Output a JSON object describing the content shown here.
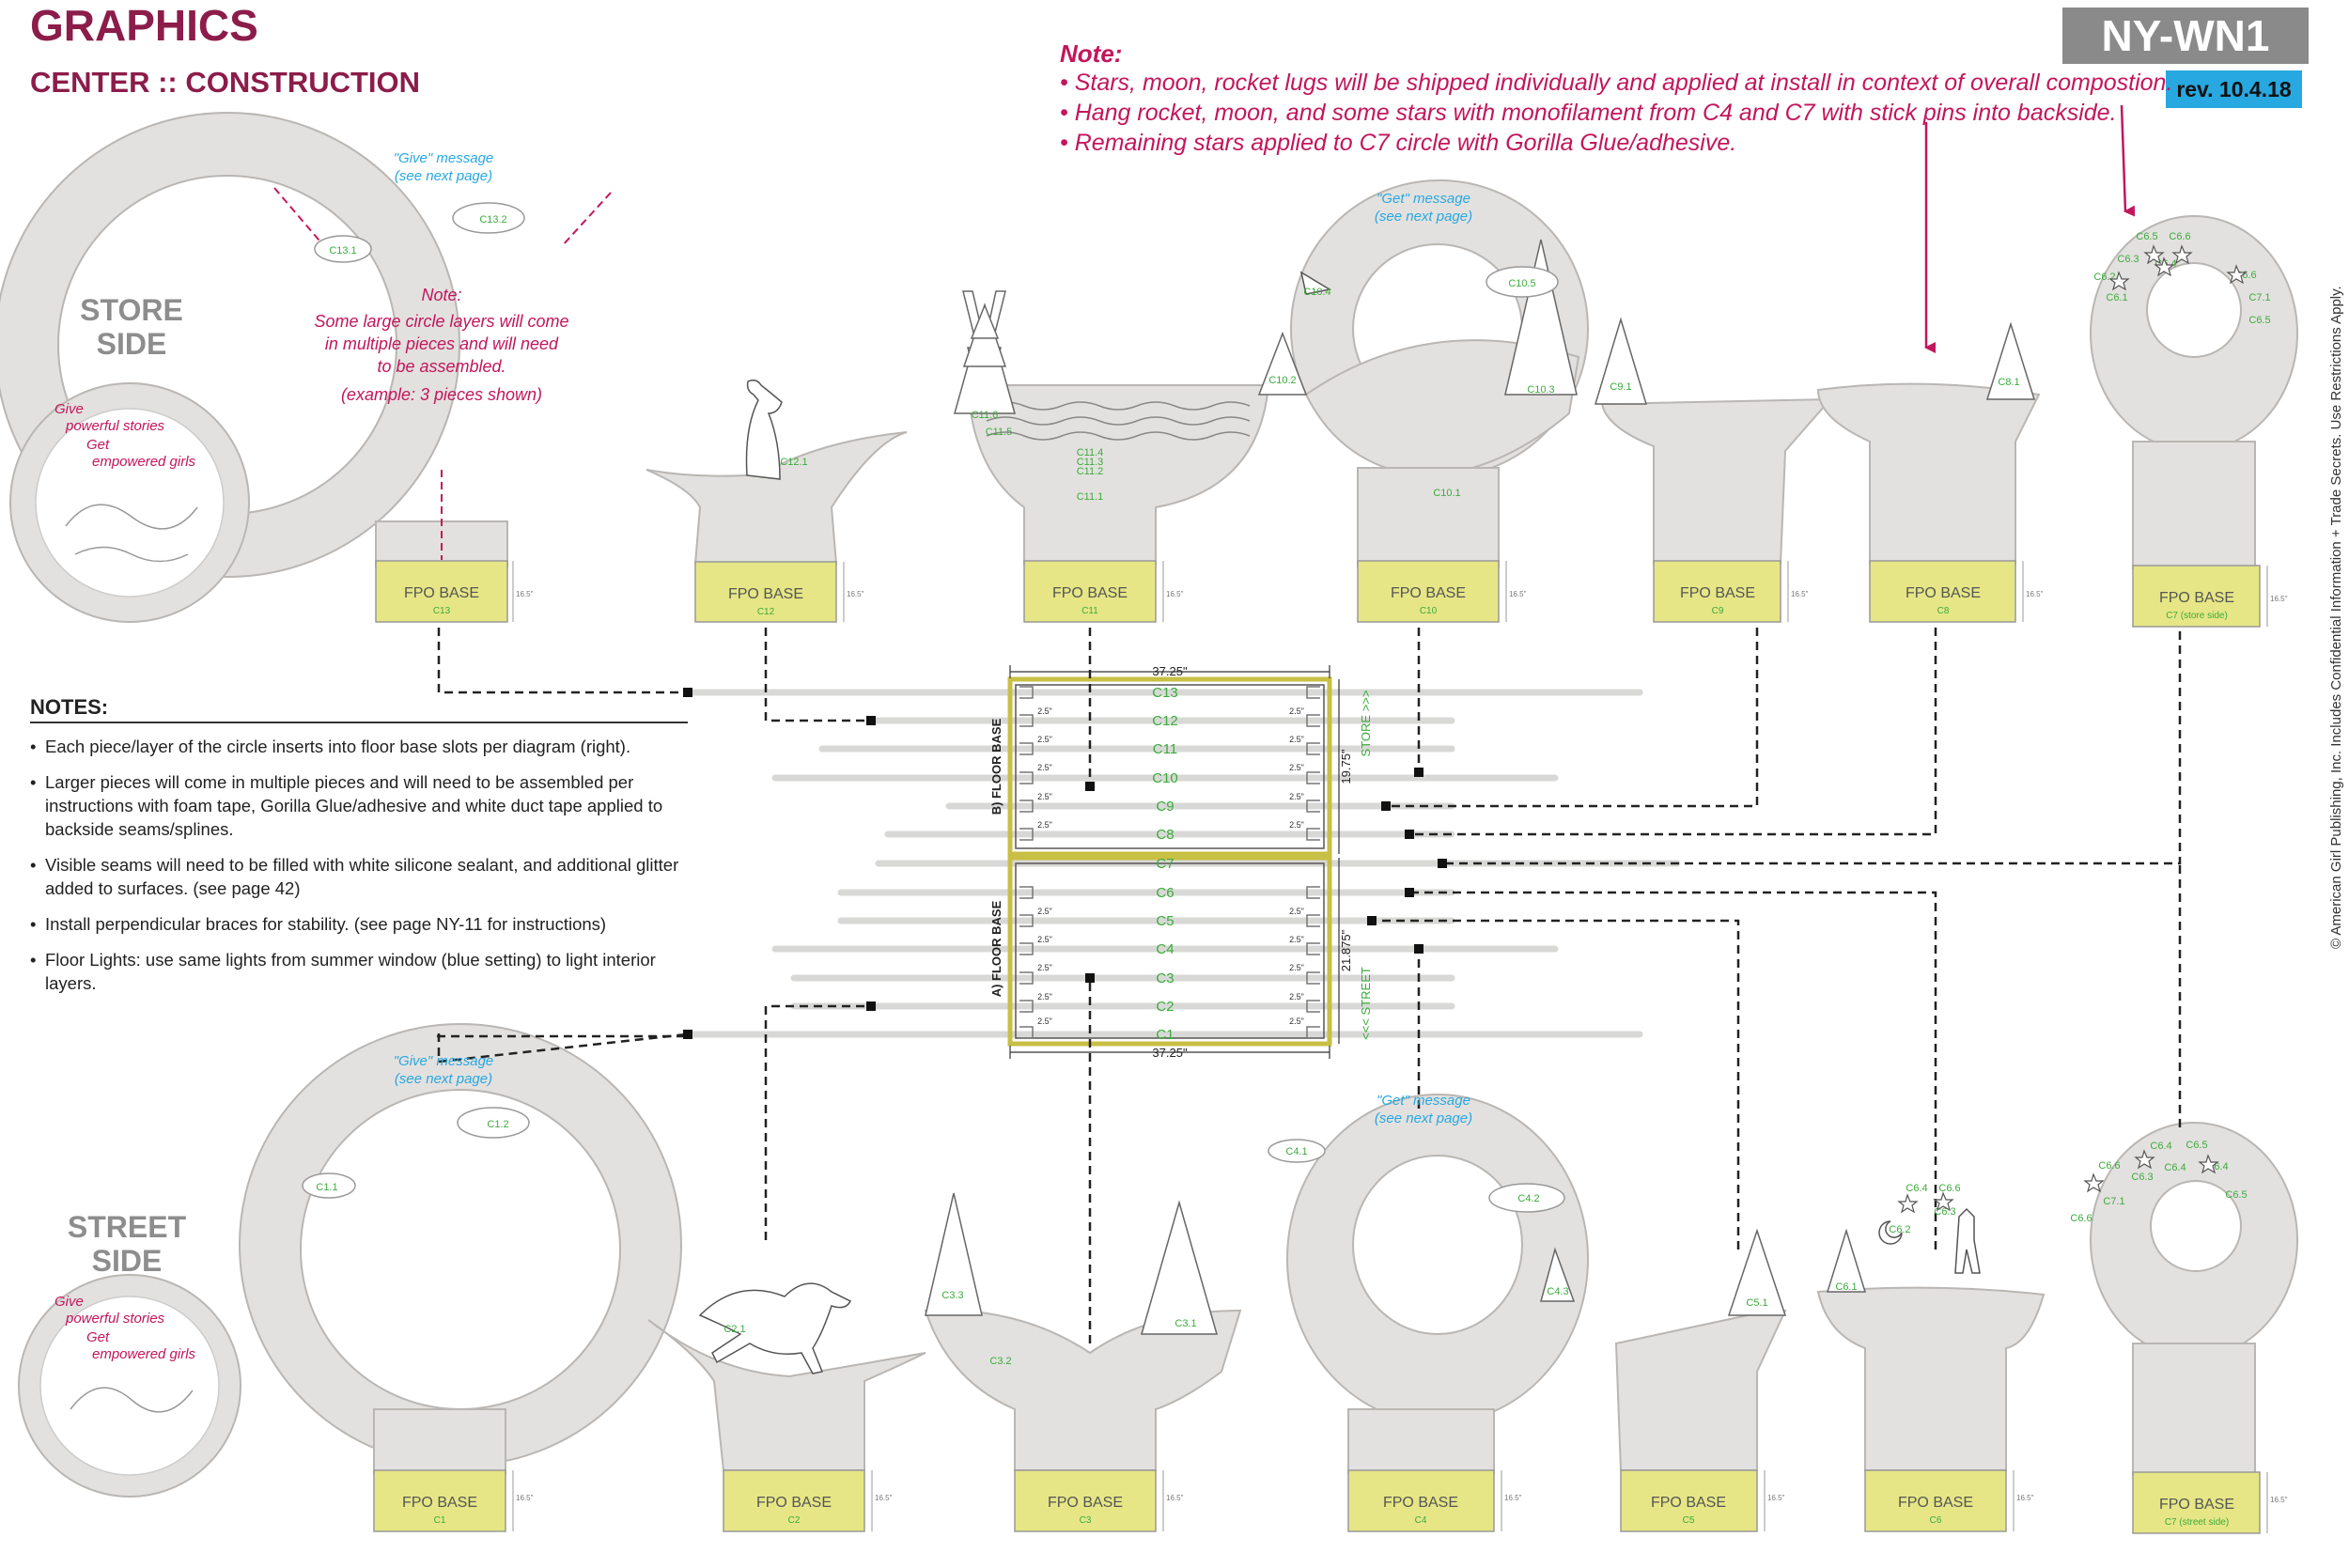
{
  "header": {
    "title": "GRAPHICS",
    "subtitle": "CENTER :: CONSTRUCTION",
    "doc_id": "NY-WN1",
    "revision": "rev. 10.4.18"
  },
  "top_note": {
    "title": "Note:",
    "lines": [
      "• Stars, moon, rocket lugs will be shipped individually and applied at install in context of overall compostion.",
      "• Hang rocket, moon, and some stars with monofilament from C4 and C7 with stick pins into backside.",
      "• Remaining stars applied to C7 circle with Gorilla Glue/adhesive."
    ]
  },
  "side_labels": {
    "store": [
      "STORE",
      "SIDE"
    ],
    "street": [
      "STREET",
      "SIDE"
    ]
  },
  "logo_text": [
    "Give",
    "powerful stories",
    "Get",
    "empowered girls"
  ],
  "copyright": "© American Girl Publishing, Inc. Includes Confidential Information + Trade Secrets. Use Restrictions Apply.",
  "notes": {
    "heading": "NOTES:",
    "items": [
      "Each piece/layer of the circle inserts into floor base slots per diagram (right).",
      "Larger pieces will come in multiple pieces and will need to be assembled per instructions with foam tape, Gorilla Glue/adhesive and white duct tape applied to backside seams/splines.",
      "Visible seams will need to be filled with white silicone sealant, and additional glitter added to surfaces. (see page 42)",
      "Install perpendicular braces for stability. (see page NY-11 for instructions)",
      "Floor Lights: use same lights from summer window (blue setting) to light interior layers."
    ]
  },
  "annotations": {
    "give_message": "\"Give\" message",
    "get_message": "\"Get\" message",
    "see_next_page": "(see next page)",
    "assembly_note": [
      "Note:",
      "Some large circle layers will come",
      "in multiple pieces and will need",
      "to be assembled.",
      "(example: 3 pieces shown)"
    ]
  },
  "floor_plan": {
    "width_label": "37.25\"",
    "store_depth": "19.75\"",
    "street_depth": "21.875\"",
    "store_arrow": "STORE >>>",
    "street_arrow": "<<< STREET",
    "floor_base_b": "B) FLOOR BASE",
    "floor_base_a": "A) FLOOR BASE",
    "spacing_label": "2.5\"",
    "slots": [
      "C13",
      "C12",
      "C11",
      "C10",
      "C9",
      "C8",
      "C7",
      "C6",
      "C5",
      "C4",
      "C3",
      "C2",
      "C1"
    ]
  },
  "base_label": "FPO BASE",
  "height_label": "16.5\"",
  "store_pieces": [
    {
      "code": "C13",
      "sub": [
        "C13.1",
        "C13.2"
      ]
    },
    {
      "code": "C12",
      "sub": [
        "C12.1"
      ]
    },
    {
      "code": "C11",
      "sub": [
        "C11.6",
        "C11.5",
        "C11.4",
        "C11.3",
        "C11.2",
        "C11.1"
      ]
    },
    {
      "code": "C10",
      "sub": [
        "C10.4",
        "C10.5",
        "C10.2",
        "C10.3",
        "C10.1"
      ]
    },
    {
      "code": "C9",
      "sub": [
        "C9.1"
      ]
    },
    {
      "code": "C8",
      "sub": [
        "C8.1"
      ]
    },
    {
      "code": "C7 (store side)",
      "sub": [
        "C6.5",
        "C6.6",
        "C6.4",
        "C6.3",
        "C6.2",
        "C6.1",
        "C7.1",
        "C6.6",
        "C6.5"
      ]
    }
  ],
  "street_pieces": [
    {
      "code": "C1",
      "sub": [
        "C1.2",
        "C1.1"
      ]
    },
    {
      "code": "C2",
      "sub": [
        "C2.1"
      ]
    },
    {
      "code": "C3",
      "sub": [
        "C3.3",
        "C3.1",
        "C3.2"
      ]
    },
    {
      "code": "C4",
      "sub": [
        "C4.1",
        "C4.2",
        "C4.3"
      ]
    },
    {
      "code": "C5",
      "sub": [
        "C5.1"
      ]
    },
    {
      "code": "C6",
      "sub": [
        "C6.4",
        "C6.6",
        "C6.3",
        "C6.2",
        "C6.1"
      ]
    },
    {
      "code": "C7 (street side)",
      "sub": [
        "C6.4",
        "C6.5",
        "C6.6",
        "C6.4",
        "C6.4",
        "C6.3",
        "C6.5",
        "C7.1",
        "C6.6"
      ]
    }
  ],
  "colors": {
    "brand": "#8c1c4a",
    "note": "#c3165c",
    "label_blue": "#27a8e0",
    "label_green": "#3bab3b",
    "base_yellow": "#e6e686",
    "piece_gray": "#e3e1df",
    "doc_gray": "#8a8a8a"
  }
}
